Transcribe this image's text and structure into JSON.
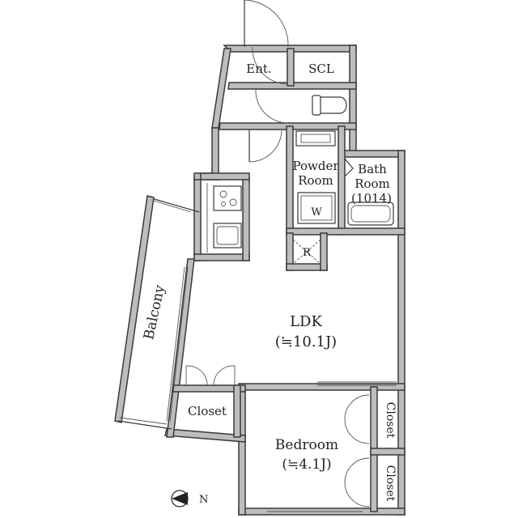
{
  "rooms": {
    "entrance": "Ent.",
    "scl": "SCL",
    "powder_room": [
      "Powder",
      "Room"
    ],
    "bath_room": [
      "Bath",
      "Room",
      "(1014)"
    ],
    "washer": "W",
    "refrigerator": "R",
    "ldk": [
      "LDK",
      "(≒10.1J)"
    ],
    "balcony": "Balcony",
    "closet_ldk": "Closet",
    "bedroom": [
      "Bedroom",
      "(≒4.1J)"
    ],
    "closet_bedroom_upper": "Closet",
    "closet_bedroom_lower": "Closet"
  },
  "compass": {
    "label": "N"
  }
}
